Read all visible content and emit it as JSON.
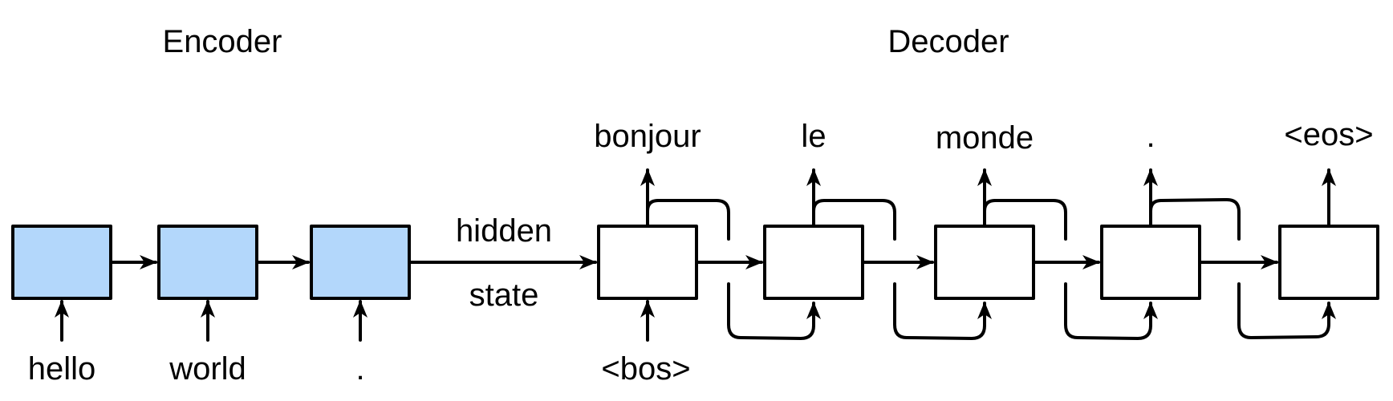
{
  "titles": {
    "encoder": "Encoder",
    "decoder": "Decoder"
  },
  "encoder": {
    "inputs": [
      "hello",
      "world",
      "."
    ]
  },
  "hidden_state": {
    "line1": "hidden",
    "line2": "state"
  },
  "decoder": {
    "start_token": "<bos>",
    "outputs": [
      "bonjour",
      "le",
      "monde",
      ".",
      "<eos>"
    ]
  },
  "colors": {
    "encoder_fill": "#b3d7fb",
    "stroke": "#000000"
  }
}
